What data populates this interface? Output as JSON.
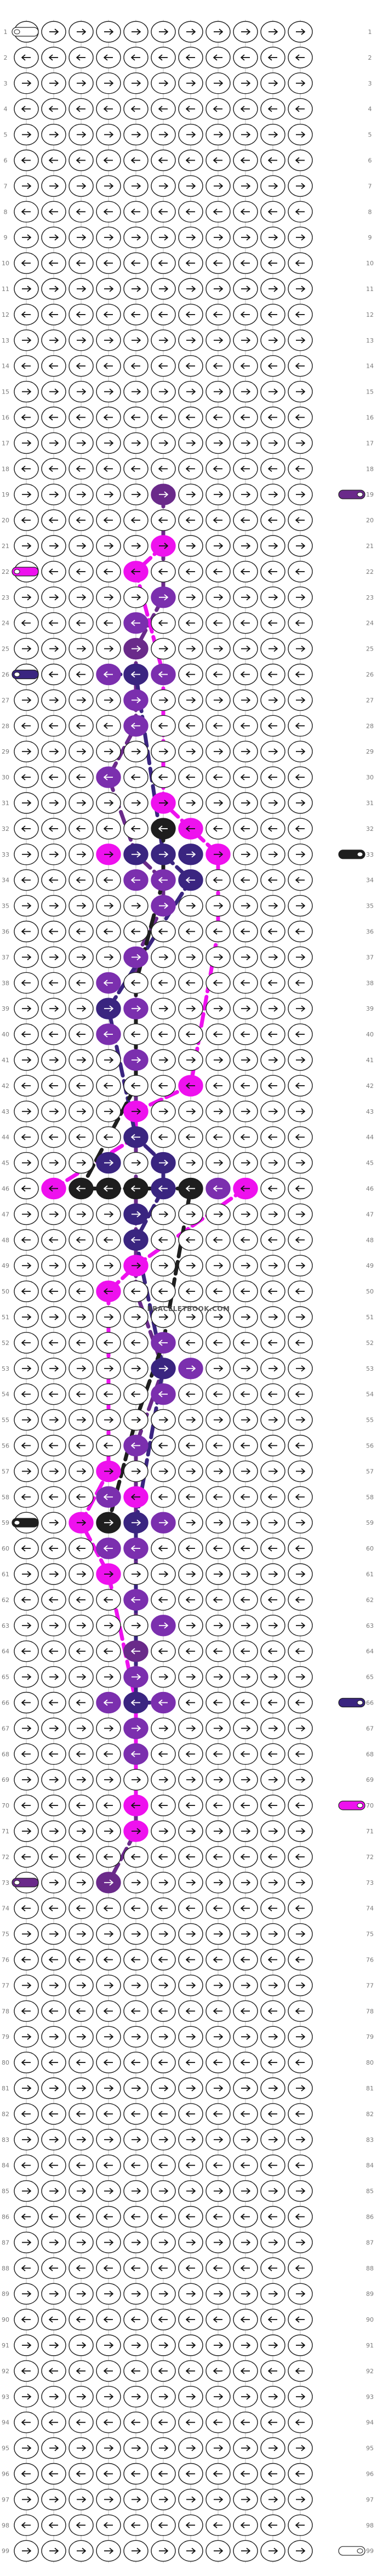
{
  "pattern": {
    "columns": 11,
    "rows": 99,
    "row_label_start": 1,
    "row_label_end": 99
  },
  "watermark": "BRACELETBOOK.COM",
  "colors": {
    "background": "#ffffff",
    "knot_outline": "#222222",
    "plain_fill": "#ffffff",
    "dark_purple": "#6a2a8a",
    "violet": "#7b2fae",
    "magenta": "#ee11ee",
    "indigo": "#3a2580",
    "black": "#1e1e1e"
  },
  "icons": {
    "knot_forward": "arrow-right-icon",
    "knot_backward": "arrow-left-icon",
    "string_start": "thread-tab-icon"
  },
  "thread_tabs": [
    {
      "row": 1,
      "side": "left",
      "color": "plain_fill"
    },
    {
      "row": 19,
      "side": "right",
      "color": "dark_purple"
    },
    {
      "row": 22,
      "side": "left",
      "color": "magenta"
    },
    {
      "row": 26,
      "side": "left",
      "color": "indigo"
    },
    {
      "row": 33,
      "side": "right",
      "color": "black"
    },
    {
      "row": 59,
      "side": "left",
      "color": "black"
    },
    {
      "row": 66,
      "side": "right",
      "color": "indigo"
    },
    {
      "row": 70,
      "side": "right",
      "color": "magenta"
    },
    {
      "row": 73,
      "side": "left",
      "color": "dark_purple"
    },
    {
      "row": 99,
      "side": "right",
      "color": "plain_fill"
    }
  ],
  "colored_knots": [
    {
      "row": 19,
      "col": 6,
      "color": "dark_purple"
    },
    {
      "row": 21,
      "col": 6,
      "color": "magenta"
    },
    {
      "row": 22,
      "col": 5,
      "color": "magenta"
    },
    {
      "row": 23,
      "col": 6,
      "color": "violet"
    },
    {
      "row": 24,
      "col": 5,
      "color": "violet"
    },
    {
      "row": 25,
      "col": 5,
      "color": "dark_purple"
    },
    {
      "row": 26,
      "col": 4,
      "color": "violet"
    },
    {
      "row": 26,
      "col": 5,
      "color": "indigo"
    },
    {
      "row": 26,
      "col": 6,
      "color": "violet"
    },
    {
      "row": 27,
      "col": 5,
      "color": "violet"
    },
    {
      "row": 28,
      "col": 5,
      "color": "violet"
    },
    {
      "row": 30,
      "col": 4,
      "color": "violet"
    },
    {
      "row": 31,
      "col": 6,
      "color": "magenta"
    },
    {
      "row": 32,
      "col": 6,
      "color": "black"
    },
    {
      "row": 32,
      "col": 7,
      "color": "magenta"
    },
    {
      "row": 33,
      "col": 4,
      "color": "magenta"
    },
    {
      "row": 33,
      "col": 5,
      "color": "indigo"
    },
    {
      "row": 33,
      "col": 6,
      "color": "indigo"
    },
    {
      "row": 33,
      "col": 7,
      "color": "indigo"
    },
    {
      "row": 33,
      "col": 8,
      "color": "magenta"
    },
    {
      "row": 34,
      "col": 5,
      "color": "violet"
    },
    {
      "row": 34,
      "col": 6,
      "color": "violet"
    },
    {
      "row": 34,
      "col": 7,
      "color": "indigo"
    },
    {
      "row": 35,
      "col": 6,
      "color": "violet"
    },
    {
      "row": 37,
      "col": 5,
      "color": "violet"
    },
    {
      "row": 38,
      "col": 4,
      "color": "violet"
    },
    {
      "row": 39,
      "col": 4,
      "color": "indigo"
    },
    {
      "row": 39,
      "col": 5,
      "color": "violet"
    },
    {
      "row": 40,
      "col": 4,
      "color": "violet"
    },
    {
      "row": 41,
      "col": 5,
      "color": "violet"
    },
    {
      "row": 42,
      "col": 7,
      "color": "magenta"
    },
    {
      "row": 43,
      "col": 5,
      "color": "magenta"
    },
    {
      "row": 44,
      "col": 5,
      "color": "indigo"
    },
    {
      "row": 45,
      "col": 4,
      "color": "indigo"
    },
    {
      "row": 45,
      "col": 6,
      "color": "indigo"
    },
    {
      "row": 46,
      "col": 2,
      "color": "magenta"
    },
    {
      "row": 46,
      "col": 3,
      "color": "black"
    },
    {
      "row": 46,
      "col": 4,
      "color": "black"
    },
    {
      "row": 46,
      "col": 5,
      "color": "black"
    },
    {
      "row": 46,
      "col": 6,
      "color": "indigo"
    },
    {
      "row": 46,
      "col": 7,
      "color": "black"
    },
    {
      "row": 46,
      "col": 8,
      "color": "violet"
    },
    {
      "row": 46,
      "col": 9,
      "color": "magenta"
    },
    {
      "row": 47,
      "col": 5,
      "color": "indigo"
    },
    {
      "row": 48,
      "col": 5,
      "color": "indigo"
    },
    {
      "row": 49,
      "col": 5,
      "color": "magenta"
    },
    {
      "row": 50,
      "col": 4,
      "color": "magenta"
    },
    {
      "row": 52,
      "col": 6,
      "color": "violet"
    },
    {
      "row": 53,
      "col": 6,
      "color": "indigo"
    },
    {
      "row": 53,
      "col": 7,
      "color": "violet"
    },
    {
      "row": 54,
      "col": 6,
      "color": "violet"
    },
    {
      "row": 56,
      "col": 5,
      "color": "violet"
    },
    {
      "row": 57,
      "col": 4,
      "color": "magenta"
    },
    {
      "row": 58,
      "col": 4,
      "color": "violet"
    },
    {
      "row": 58,
      "col": 5,
      "color": "magenta"
    },
    {
      "row": 59,
      "col": 3,
      "color": "magenta"
    },
    {
      "row": 59,
      "col": 4,
      "color": "black"
    },
    {
      "row": 59,
      "col": 5,
      "color": "indigo"
    },
    {
      "row": 59,
      "col": 6,
      "color": "violet"
    },
    {
      "row": 60,
      "col": 4,
      "color": "violet"
    },
    {
      "row": 60,
      "col": 5,
      "color": "violet"
    },
    {
      "row": 61,
      "col": 4,
      "color": "magenta"
    },
    {
      "row": 62,
      "col": 5,
      "color": "violet"
    },
    {
      "row": 63,
      "col": 6,
      "color": "violet"
    },
    {
      "row": 64,
      "col": 5,
      "color": "dark_purple"
    },
    {
      "row": 65,
      "col": 5,
      "color": "violet"
    },
    {
      "row": 66,
      "col": 4,
      "color": "violet"
    },
    {
      "row": 66,
      "col": 5,
      "color": "indigo"
    },
    {
      "row": 66,
      "col": 6,
      "color": "violet"
    },
    {
      "row": 67,
      "col": 5,
      "color": "violet"
    },
    {
      "row": 68,
      "col": 5,
      "color": "violet"
    },
    {
      "row": 70,
      "col": 5,
      "color": "magenta"
    },
    {
      "row": 71,
      "col": 5,
      "color": "magenta"
    },
    {
      "row": 73,
      "col": 4,
      "color": "dark_purple"
    }
  ],
  "threads": [
    {
      "color": "dark_purple",
      "path": [
        [
          19,
          6
        ],
        [
          23,
          6
        ],
        [
          25,
          5
        ],
        [
          27,
          5
        ],
        [
          28,
          5
        ],
        [
          30,
          4
        ],
        [
          33,
          5
        ],
        [
          34,
          6
        ],
        [
          35,
          6
        ],
        [
          37,
          5
        ],
        [
          39,
          5
        ],
        [
          41,
          5
        ],
        [
          44,
          5
        ],
        [
          47,
          5
        ],
        [
          50,
          5
        ],
        [
          53,
          6
        ],
        [
          56,
          5
        ],
        [
          60,
          5
        ],
        [
          62,
          5
        ],
        [
          64,
          5
        ],
        [
          66,
          5
        ],
        [
          68,
          5
        ],
        [
          71,
          5
        ],
        [
          73,
          4
        ]
      ]
    },
    {
      "color": "magenta",
      "path": [
        [
          21,
          6
        ],
        [
          22,
          5
        ],
        [
          26,
          6
        ],
        [
          31,
          6
        ],
        [
          32,
          7
        ],
        [
          33,
          8
        ],
        [
          36,
          8
        ],
        [
          42,
          7
        ],
        [
          43,
          5
        ],
        [
          44,
          5
        ],
        [
          46,
          2
        ]
      ]
    },
    {
      "color": "magenta",
      "path": [
        [
          46,
          9
        ],
        [
          49,
          5
        ],
        [
          50,
          4
        ]
      ]
    },
    {
      "color": "magenta",
      "path": [
        [
          50,
          4
        ],
        [
          57,
          4
        ],
        [
          59,
          3
        ],
        [
          61,
          4
        ],
        [
          66,
          5
        ],
        [
          70,
          5
        ]
      ]
    },
    {
      "color": "indigo",
      "path": [
        [
          26,
          4
        ],
        [
          26,
          5
        ],
        [
          33,
          6
        ],
        [
          34,
          7
        ],
        [
          39,
          4
        ],
        [
          44,
          5
        ],
        [
          45,
          6
        ],
        [
          46,
          6
        ],
        [
          48,
          5
        ],
        [
          53,
          6
        ],
        [
          59,
          5
        ],
        [
          66,
          5
        ],
        [
          66,
          6
        ]
      ]
    },
    {
      "color": "black",
      "path": [
        [
          32,
          6
        ],
        [
          34,
          6
        ],
        [
          38,
          5
        ],
        [
          42,
          5
        ],
        [
          46,
          3
        ],
        [
          46,
          7
        ],
        [
          52,
          6
        ],
        [
          55,
          5
        ],
        [
          59,
          4
        ]
      ]
    }
  ]
}
